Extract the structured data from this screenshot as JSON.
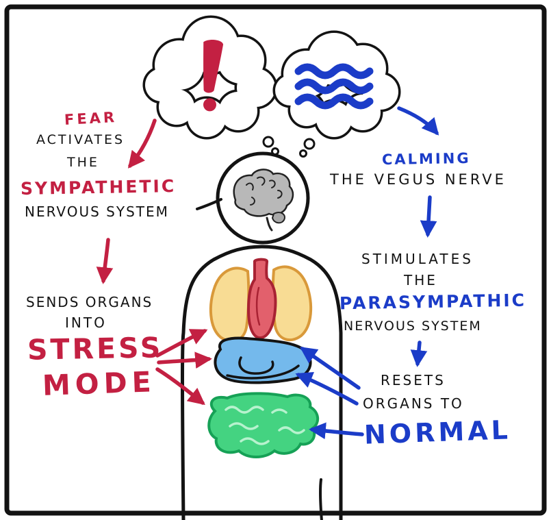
{
  "title": "Fear vs Calming: Sympathetic and Parasympathetic Nervous System diagram",
  "palette": {
    "red": "#c32042",
    "blue": "#1b3cc8",
    "ink": "#131313",
    "lung-fill": "#f8dc94",
    "lung-stroke": "#d9993a",
    "heart-fill": "#e2606c",
    "heart-stroke": "#a82233",
    "stomach-fill": "#74b9ec",
    "intestine-fill": "#44d381",
    "intestine-stroke": "#16a156",
    "intestine-detail": "#b7f2ce",
    "brain-fill": "#b8b8b8",
    "brain-stroke": "#222222"
  },
  "left_panel": {
    "fear": "FEAR",
    "activates": "ACTIVATES",
    "the": "THE",
    "sympathetic": "SYMPATHETIC",
    "nervous_system": "NERVOUS SYSTEM",
    "sends_organs": "SENDS ORGANS",
    "into": "INTO",
    "stress": "STRESS",
    "mode": "MODE"
  },
  "right_panel": {
    "calming": "CALMING",
    "the_vegus_nerve": "THE VEGUS NERVE",
    "stimulates": "STIMULATES",
    "the": "THE",
    "parasympathic": "PARASYMPATHIC",
    "nervous_system": "NERVOUS SYSTEM",
    "resets": "RESETS",
    "organs_to": "ORGANS TO",
    "normal": "NORMAL"
  }
}
